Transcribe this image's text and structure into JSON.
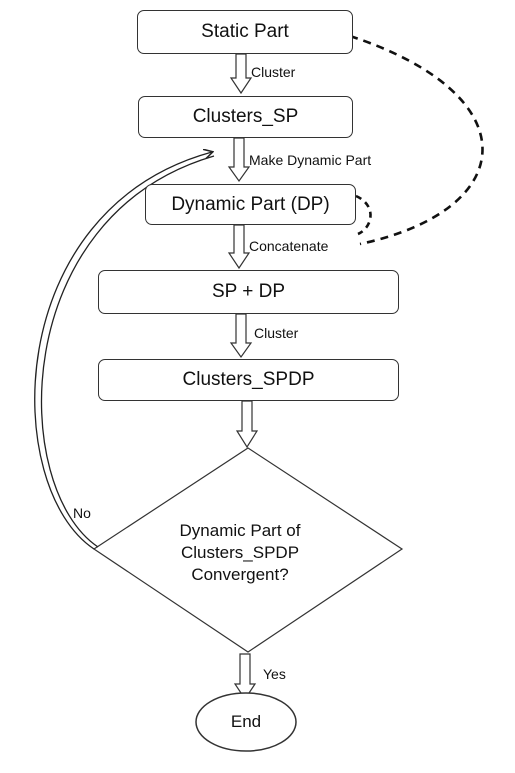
{
  "nodes": {
    "static_part": "Static Part",
    "clusters_sp": "Clusters_SP",
    "dynamic_part": "Dynamic Part (DP)",
    "sp_plus_dp": "SP + DP",
    "clusters_spdp": "Clusters_SPDP",
    "decision": [
      "Dynamic Part of",
      "Clusters_SPDP",
      "Convergent?"
    ],
    "end": "End"
  },
  "edge_labels": {
    "cluster_1": "Cluster",
    "make_dynamic_part": "Make Dynamic Part",
    "concatenate": "Concatenate",
    "cluster_2": "Cluster",
    "yes": "Yes",
    "no": "No"
  }
}
